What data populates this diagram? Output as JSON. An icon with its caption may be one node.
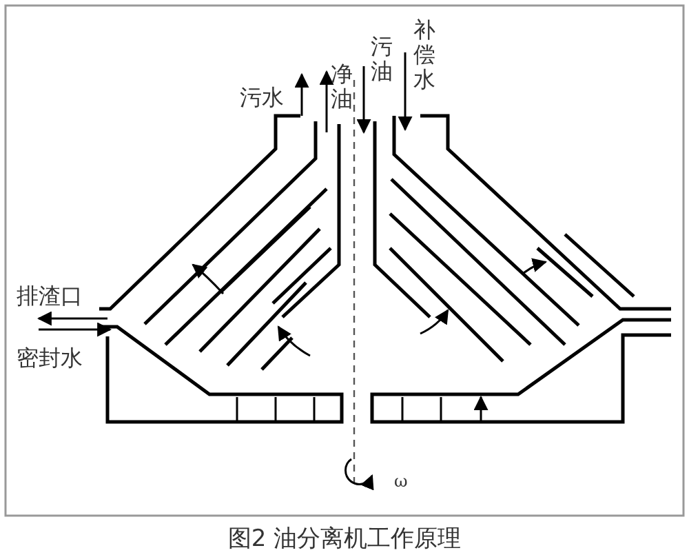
{
  "diagram": {
    "caption": "图2 油分离机工作原理",
    "labels": [
      "污水",
      "净油",
      "污油",
      "补偿水",
      "排渣口",
      "密封水",
      "ω"
    ]
  }
}
